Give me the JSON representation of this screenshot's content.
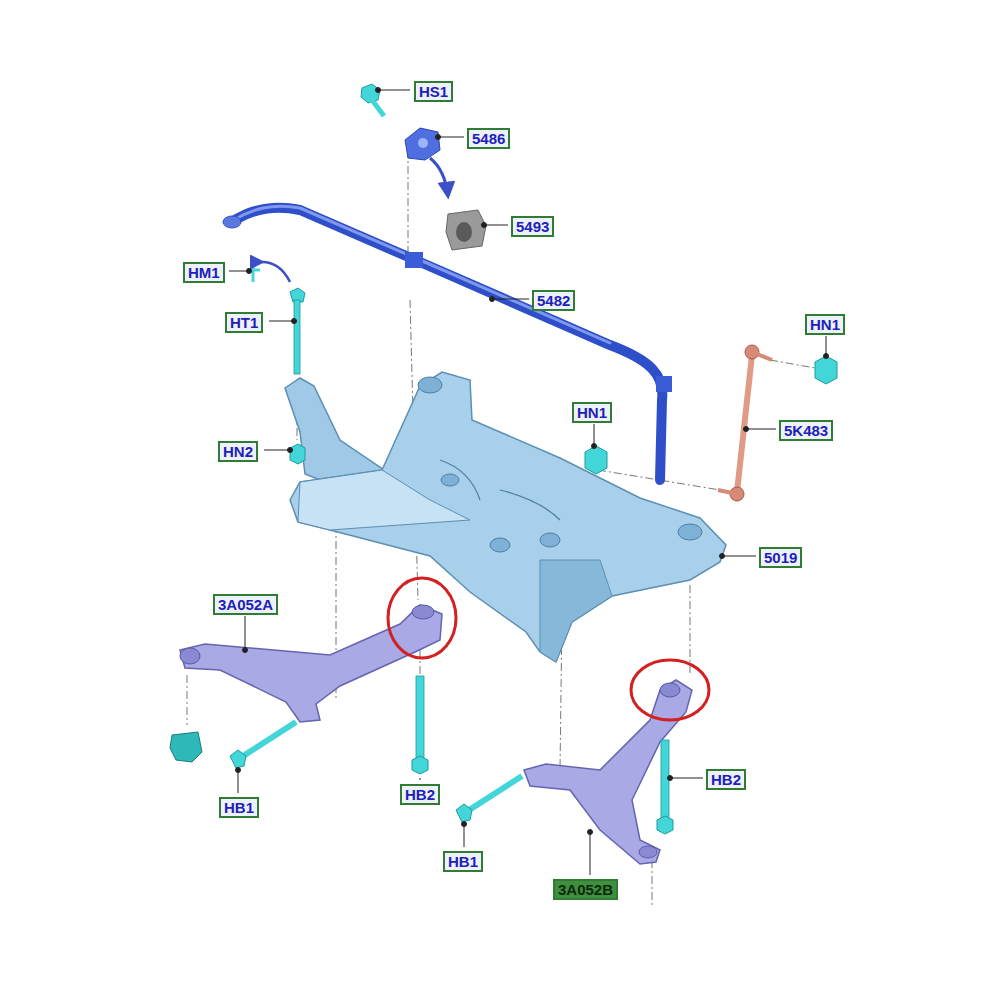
{
  "diagram": {
    "labels": [
      "HS1",
      "5486",
      "5493",
      "HM1",
      "5482",
      "HT1",
      "HN1",
      "HN1",
      "5K483",
      "HN2",
      "5019",
      "3A052A",
      "HB2",
      "HB2",
      "HB1",
      "HB1",
      "3A052B"
    ]
  }
}
